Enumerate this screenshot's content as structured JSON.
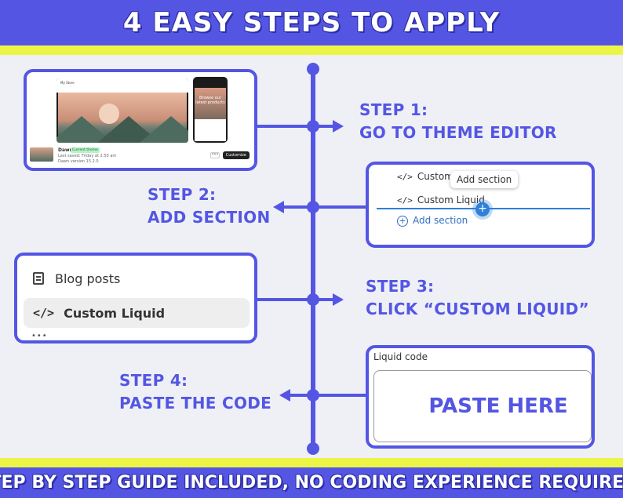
{
  "header": {
    "title": "4 EASY STEPS TO APPLY"
  },
  "footer": {
    "text": "STEP BY STEP GUIDE INCLUDED, NO CODING EXPERIENCE REQUIRED!"
  },
  "colors": {
    "primary": "#5456e3",
    "accent_yellow": "#ecf545",
    "link_blue": "#2f80d8"
  },
  "steps": [
    {
      "label": "STEP 1:",
      "text": "GO TO THEME EDITOR"
    },
    {
      "label": "STEP 2:",
      "text": "ADD SECTION"
    },
    {
      "label": "STEP 3:",
      "text": "CLICK “CUSTOM LIQUID”"
    },
    {
      "label": "STEP 4:",
      "text": "PASTE THE CODE"
    }
  ],
  "theme_card": {
    "store_name": "My Store",
    "hero_text": "Browse our latest products",
    "theme_name": "Dawn",
    "badge": "Current theme",
    "last_saved": "Last saved: Friday at 2:50 am",
    "version": "Dawn version 15.2.0",
    "more_label": "•••",
    "customize_label": "Customize"
  },
  "add_section_card": {
    "row1": "Custom L",
    "row2": "Custom Liquid",
    "tooltip": "Add section",
    "add_label": "Add section",
    "code_icon": "</>",
    "plus_icon": "+"
  },
  "menu_card": {
    "item1": "Blog posts",
    "item2": "Custom Liquid",
    "code_icon": "</>",
    "more": "•••"
  },
  "code_card": {
    "label": "Liquid code",
    "paste": "PASTE HERE"
  }
}
